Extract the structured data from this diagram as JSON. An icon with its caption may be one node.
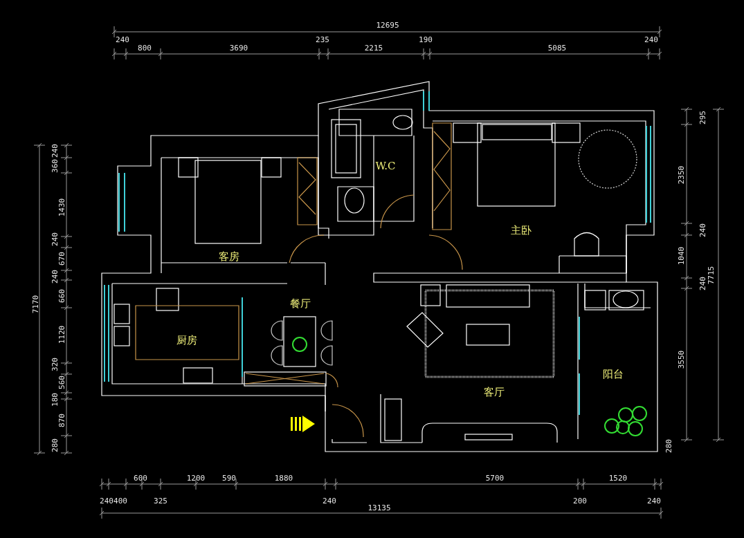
{
  "diagram": {
    "labels": [
      "12695",
      "240",
      "800",
      "3690",
      "235",
      "2215",
      "190",
      "5085",
      "240",
      "W.C",
      "主卧",
      "客房",
      "餐厅",
      "厨房",
      "阳台",
      "客厅",
      "7170",
      "240",
      "360",
      "1430",
      "240",
      "670",
      "240",
      "660",
      "1120",
      "320",
      "560",
      "180",
      "870",
      "280",
      "295",
      "2350",
      "240",
      "1040",
      "240",
      "7715",
      "3550",
      "280",
      "600",
      "1200",
      "590",
      "1880",
      "5700",
      "1520",
      "240",
      "400",
      "325",
      "240",
      "200",
      "240",
      "13135"
    ]
  }
}
